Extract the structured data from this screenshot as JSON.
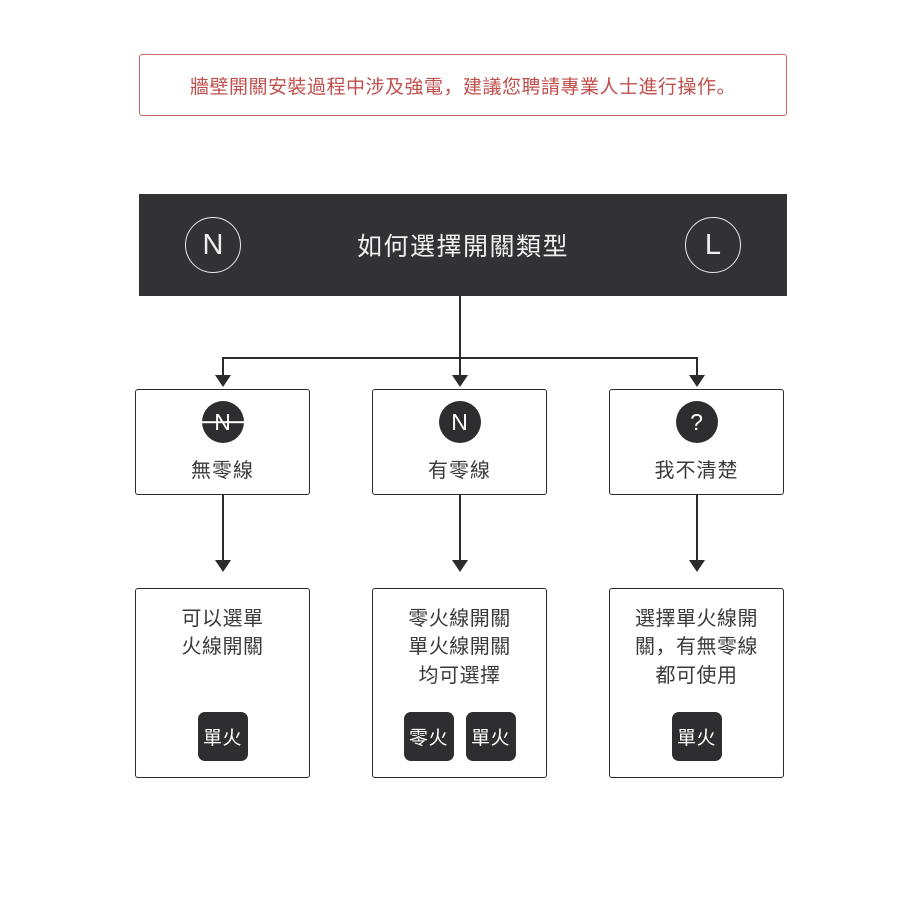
{
  "warning": {
    "text": "牆壁開關安裝過程中涉及強電，建議您聘請專業人士進行操作。",
    "border_color": "#c96a6a",
    "text_color": "#c0504d"
  },
  "header": {
    "title": "如何選擇開關類型",
    "left_icon_label": "N",
    "right_icon_label": "L",
    "background_color": "#323234",
    "text_color": "#f2f2f2"
  },
  "choices": [
    {
      "icon_label": "N",
      "icon_struck": true,
      "label": "無零線"
    },
    {
      "icon_label": "N",
      "icon_struck": false,
      "label": "有零線"
    },
    {
      "icon_label": "?",
      "icon_struck": false,
      "label": "我不清楚"
    }
  ],
  "results": [
    {
      "lines": [
        "可以選單",
        "火線開關"
      ],
      "tags": [
        "單火"
      ]
    },
    {
      "lines": [
        "零火線開關",
        "單火線開關",
        "均可選擇"
      ],
      "tags": [
        "零火",
        "單火"
      ]
    },
    {
      "lines": [
        "選擇單火線開",
        "關，有無零線",
        "都可使用"
      ],
      "tags": [
        "單火"
      ]
    }
  ],
  "theme": {
    "accent_dark": "#2e2e30",
    "line_color": "#2b2b2d",
    "page_background": "#ffffff"
  }
}
